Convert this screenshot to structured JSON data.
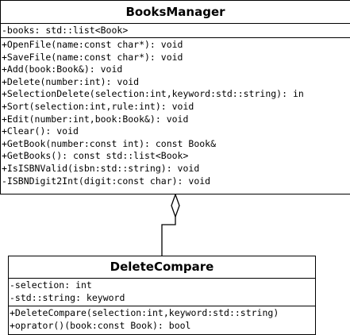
{
  "books_manager": {
    "name": "BooksManager",
    "attributes": [
      "-books: std::list<Book>"
    ],
    "operations": [
      "+OpenFile(name:const char*): void",
      "+SaveFile(name:const char*): void",
      "+Add(book:Book&): void",
      "+Delete(number:int): void",
      "+SelectionDelete(selection:int,keyword:std::string): in",
      "+Sort(selection:int,rule:int): void",
      "+Edit(number:int,book:Book&): void",
      "+Clear(): void",
      "+GetBook(number:const int): const Book&",
      "+GetBooks(): const std::list<Book>",
      "+IsISBNValid(isbn:std::string): void",
      "-ISBNDigit2Int(digit:const char): void"
    ]
  },
  "delete_compare": {
    "name": "DeleteCompare",
    "attributes": [
      "-selection: int",
      "-std::string: keyword"
    ],
    "operations": [
      "+DeleteCompare(selection:int,keyword:std::string)",
      "+oprator()(book:const Book): bool"
    ]
  },
  "relation": {
    "type": "aggregation",
    "from": "DeleteCompare",
    "to": "BooksManager"
  }
}
